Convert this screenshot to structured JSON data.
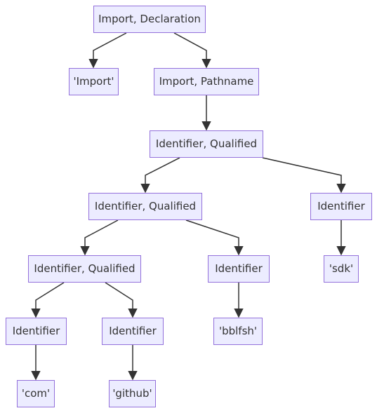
{
  "nodes": {
    "import_declaration": "Import, Declaration",
    "import_literal": "'Import'",
    "import_pathname": "Import, Pathname",
    "qualified_root": "Identifier, Qualified",
    "qualified_mid": "Identifier, Qualified",
    "identifier_sdk": "Identifier",
    "qualified_leaf": "Identifier, Qualified",
    "identifier_bblfsh": "Identifier",
    "literal_sdk": "'sdk'",
    "identifier_com": "Identifier",
    "identifier_github": "Identifier",
    "literal_bblfsh": "'bblfsh'",
    "literal_com": "'com'",
    "literal_github": "'github'"
  },
  "colors": {
    "node_fill": "#ECECFF",
    "node_border": "#9370DB",
    "edge": "#333333",
    "text": "#333333"
  }
}
